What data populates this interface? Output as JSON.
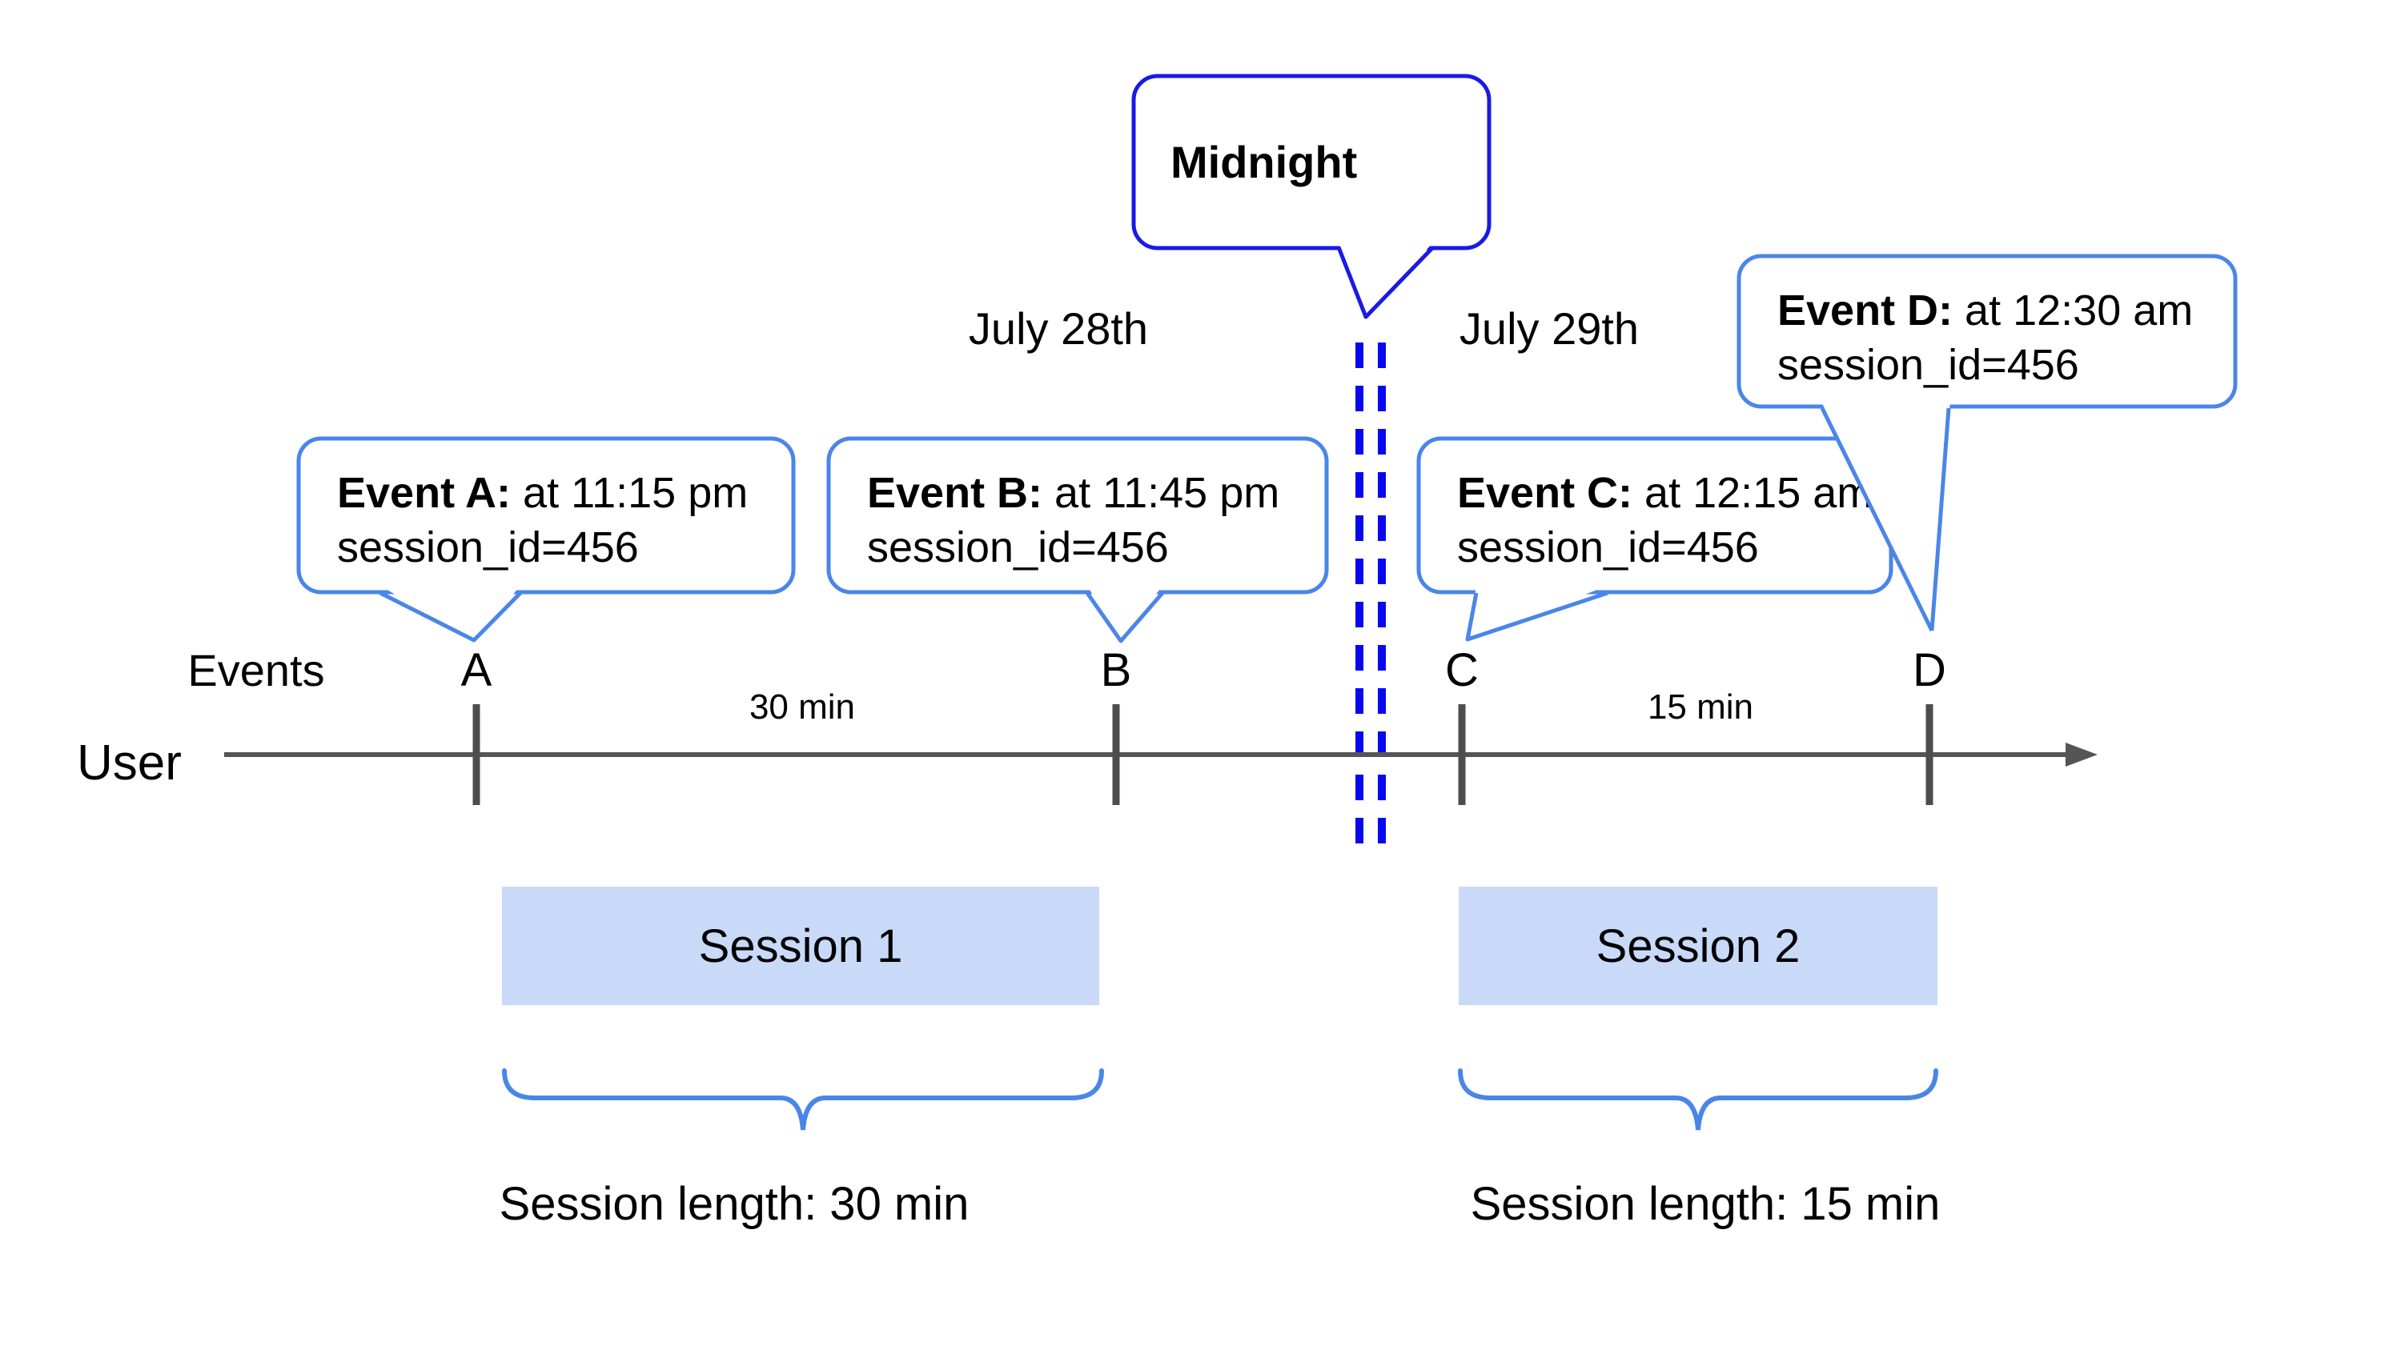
{
  "diagram": {
    "dates": {
      "left": "July 28th",
      "right": "July 29th"
    },
    "midnight": {
      "label": "Midnight"
    },
    "axis": {
      "events_label": "Events",
      "user_label": "User",
      "tick_labels": [
        "A",
        "B",
        "C",
        "D"
      ]
    },
    "intervals": {
      "first": "30 min",
      "second": "15 min"
    },
    "callouts": {
      "a": {
        "bold": "Event A:",
        "rest": " at 11:15 pm",
        "line2": "session_id=456"
      },
      "b": {
        "bold": "Event B:",
        "rest": " at 11:45 pm",
        "line2": "session_id=456"
      },
      "c": {
        "bold": "Event C:",
        "rest": " at 12:15 am",
        "line2": "session_id=456"
      },
      "d": {
        "bold": "Event D:",
        "rest": " at 12:30 am",
        "line2": "session_id=456"
      }
    },
    "sessions": {
      "s1": {
        "label": "Session 1",
        "length": "Session length: 30 min"
      },
      "s2": {
        "label": "Session 2",
        "length": "Session length: 15 min"
      }
    },
    "colors": {
      "callout_border": "#4a86e8",
      "brace": "#4a86e8",
      "midnight_border": "#1a1ae6",
      "dashed_line": "#0808f0",
      "session_fill": "#c9daf8",
      "axis_gray": "#555555",
      "text": "#000000"
    }
  }
}
